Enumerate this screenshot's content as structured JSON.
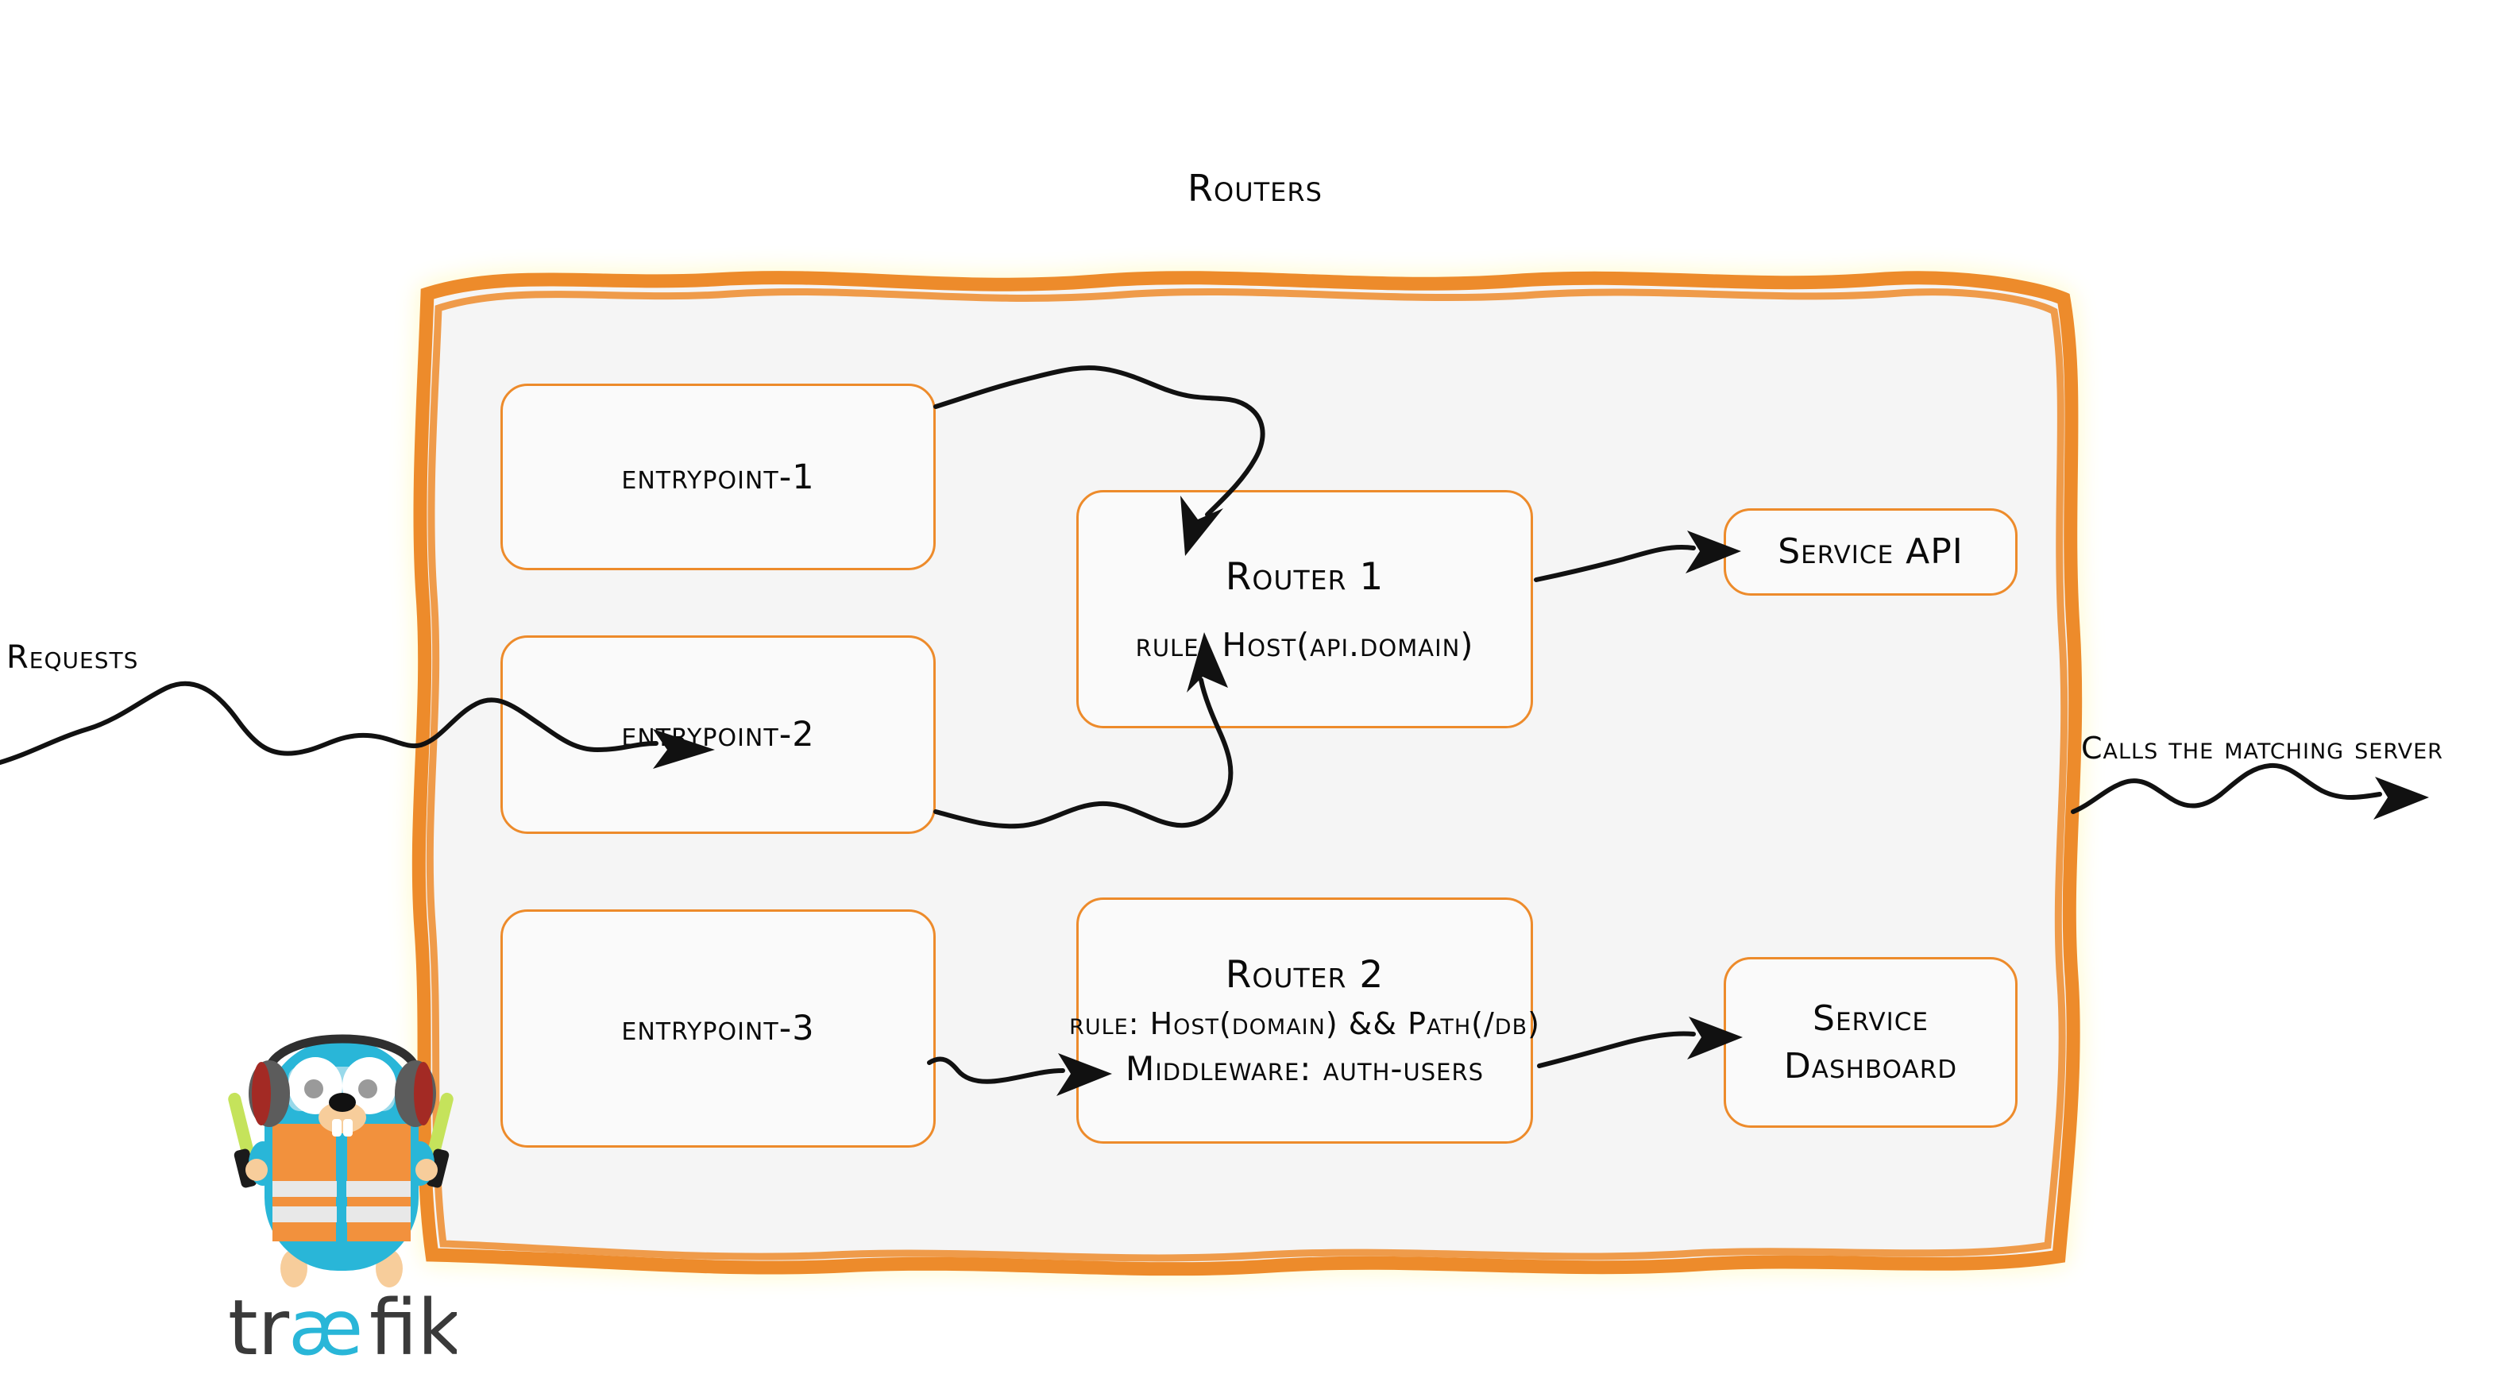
{
  "diagram": {
    "title": "Routers",
    "entrypoints": [
      {
        "label": "entrypoint-1"
      },
      {
        "label": "entrypoint-2"
      },
      {
        "label": "entrypoint-3"
      }
    ],
    "routers": [
      {
        "title": "Router 1",
        "rule": "rule: Host(api.domain)",
        "middleware": ""
      },
      {
        "title": "Router 2",
        "rule": "rule: Host(domain) && Path(/db)",
        "middleware": "Middleware: auth-users"
      }
    ],
    "services": [
      {
        "label": "Service API"
      },
      {
        "label_line1": "Service",
        "label_line2": "Dashboard"
      }
    ],
    "inbound_label": "Requests",
    "outbound_label": "Calls the matching server",
    "logo": {
      "wordmark_part1": "tr",
      "wordmark_part2": "æ",
      "wordmark_part3": "fik"
    },
    "colors": {
      "accent_orange": "#ED8B2B",
      "panel_fill": "#F5F5F5",
      "box_fill": "#FAFAFA",
      "ink": "#111111",
      "gopher_blue": "#29B6D8",
      "vest_orange": "#F2913D",
      "baton_green": "#C5E35B"
    }
  }
}
